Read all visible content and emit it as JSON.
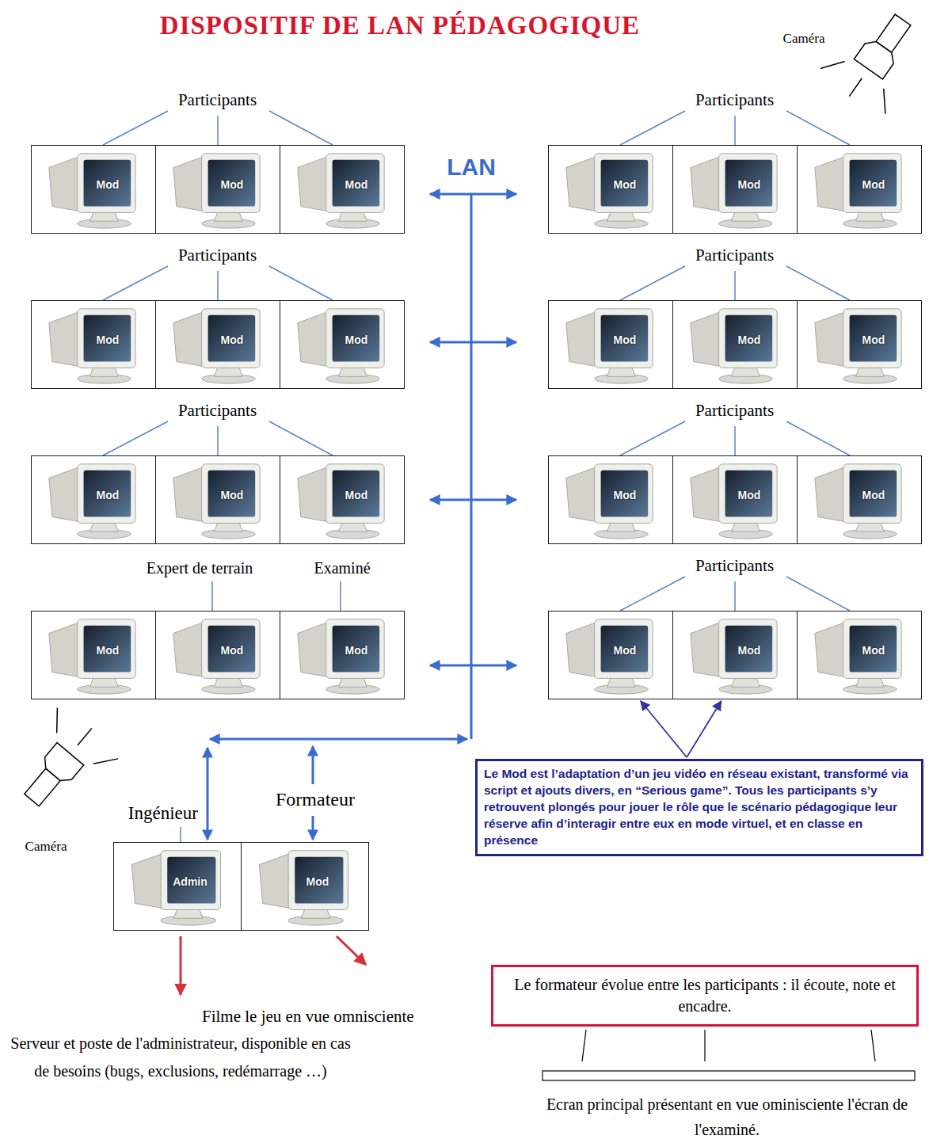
{
  "diagram": {
    "title": "DISPOSITIF DE LAN PÉDAGOGIQUE",
    "nodes": [
      {
        "text": [
          "Participants"
        ]
      },
      {
        "text": [
          "Mod"
        ],
        "in": 0
      },
      {
        "text": [
          "Mod"
        ],
        "in": 0
      },
      {
        "text": [
          "Mod"
        ],
        "in": 0
      },
      {
        "text": [
          "Participants"
        ]
      },
      {
        "text": [
          "Mod"
        ],
        "in": 4
      },
      {
        "text": [
          "Mod"
        ],
        "in": 4
      },
      {
        "text": [
          "Mod"
        ],
        "in": 4
      },
      {
        "text": [
          "Participants"
        ]
      },
      {
        "text": [
          "Mod"
        ],
        "in": 8
      },
      {
        "text": [
          "Mod"
        ],
        "in": 8
      },
      {
        "text": [
          "Mod"
        ],
        "in": 8
      },
      {
        "text": [
          "Participants"
        ]
      },
      {
        "text": [
          "Mod"
        ],
        "in": 12
      },
      {
        "text": [
          "Mod"
        ],
        "in": 12
      },
      {
        "text": [
          "Mod"
        ],
        "in": 12
      },
      {
        "text": [
          "Participants"
        ]
      },
      {
        "text": [
          "Mod"
        ],
        "in": 16
      },
      {
        "text": [
          "Mod"
        ],
        "in": 16
      },
      {
        "text": [
          "Mod"
        ],
        "in": 16
      },
      {
        "text": [
          "Participants"
        ]
      },
      {
        "text": [
          "Mod"
        ],
        "in": 20
      },
      {
        "text": [
          "Mod"
        ],
        "in": 20
      },
      {
        "text": [
          "Mod"
        ],
        "in": 20
      },
      {
        "text": [
          "Mod"
        ]
      },
      {
        "text": [
          "Mod"
        ]
      },
      {
        "text": [
          "Mod"
        ]
      },
      {
        "text": [
          "Participants"
        ]
      },
      {
        "text": [
          "Mod"
        ],
        "in": 27
      },
      {
        "text": [
          "Mod"
        ],
        "in": 27
      },
      {
        "text": [
          "Mod"
        ],
        "in": 27
      },
      {
        "text": [
          "Admin"
        ]
      },
      {
        "text": [
          "Mod"
        ]
      },
      {
        "text": [
          "Le Mod est l’adaptation d’un jeu vidéo en réseau existant, transformé via script et ajouts divers, en “Serious game”. Tous les participants s’y retrouvent plongés pour jouer le rôle que le scénario pédagogique leur réserve afin d’interagir entre eux en mode virtuel, et en classe en présence"
        ]
      },
      {
        "text": [
          "Le formateur évolue entre les participants : il écoute, note et encadre."
        ]
      }
    ],
    "edges": [
      {
        "from": 33,
        "to": 28,
        "arrow": "to"
      },
      {
        "from": 33,
        "to": 29,
        "arrow": "to"
      }
    ],
    "labels": [
      "LAN",
      "Caméra",
      "Expert de terrain",
      "Examiné",
      "Caméra",
      "Ingénieur",
      "Formateur",
      "Filme le jeu en vue omnisciente",
      "Serveur et poste de l'administrateur, disponible en cas de besoins (bugs, exclusions, redémarrage …)",
      "Ecran principal présentant en vue ominisciente l'écran de l'examiné."
    ]
  }
}
